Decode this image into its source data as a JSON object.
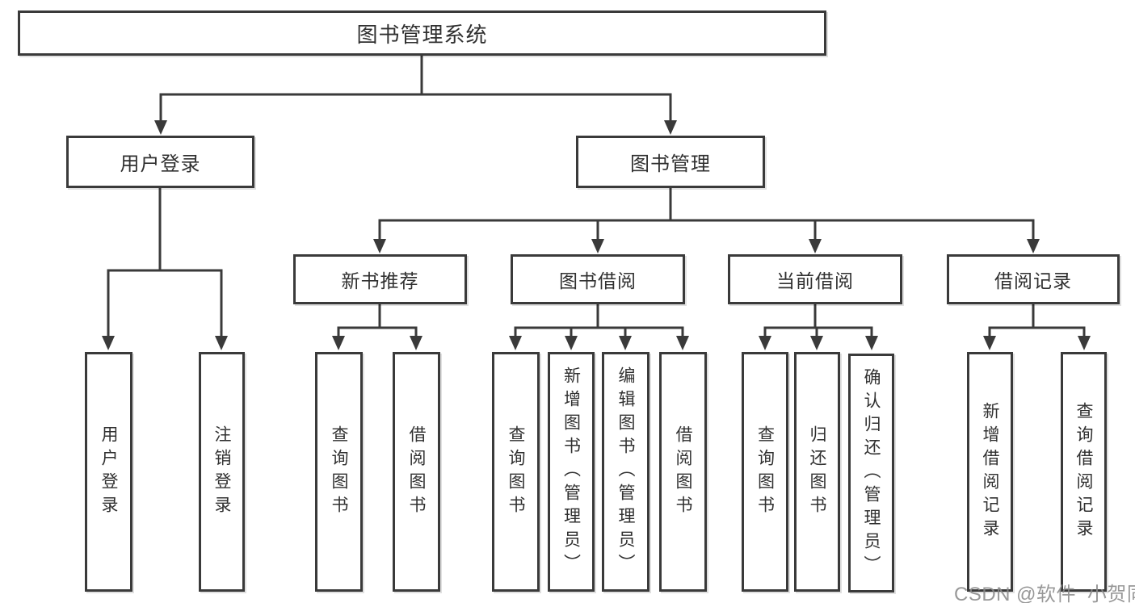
{
  "colors": {
    "line": "#3a3a3a",
    "box_border": "#3a3a3a",
    "text": "#303030",
    "watermark": "#8a8a8a",
    "background": "#ffffff"
  },
  "watermark": "CSDN @软件_小贺同学",
  "diagram": {
    "type": "hierarchy-tree",
    "root": {
      "label": "图书管理系统",
      "children": [
        {
          "label": "用户登录",
          "children": [
            {
              "label": "用户登录"
            },
            {
              "label": "注销登录"
            }
          ]
        },
        {
          "label": "图书管理",
          "children": [
            {
              "label": "新书推荐",
              "children": [
                {
                  "label": "查询图书"
                },
                {
                  "label": "借阅图书"
                }
              ]
            },
            {
              "label": "图书借阅",
              "children": [
                {
                  "label": "查询图书"
                },
                {
                  "label": "新增图书（管理员）"
                },
                {
                  "label": "编辑图书（管理员）"
                },
                {
                  "label": "借阅图书"
                }
              ]
            },
            {
              "label": "当前借阅",
              "children": [
                {
                  "label": "查询图书"
                },
                {
                  "label": "归还图书"
                },
                {
                  "label": "确认归还（管理员）"
                }
              ]
            },
            {
              "label": "借阅记录",
              "children": [
                {
                  "label": "新增借阅记录"
                },
                {
                  "label": "查询借阅记录"
                }
              ]
            }
          ]
        }
      ]
    }
  }
}
